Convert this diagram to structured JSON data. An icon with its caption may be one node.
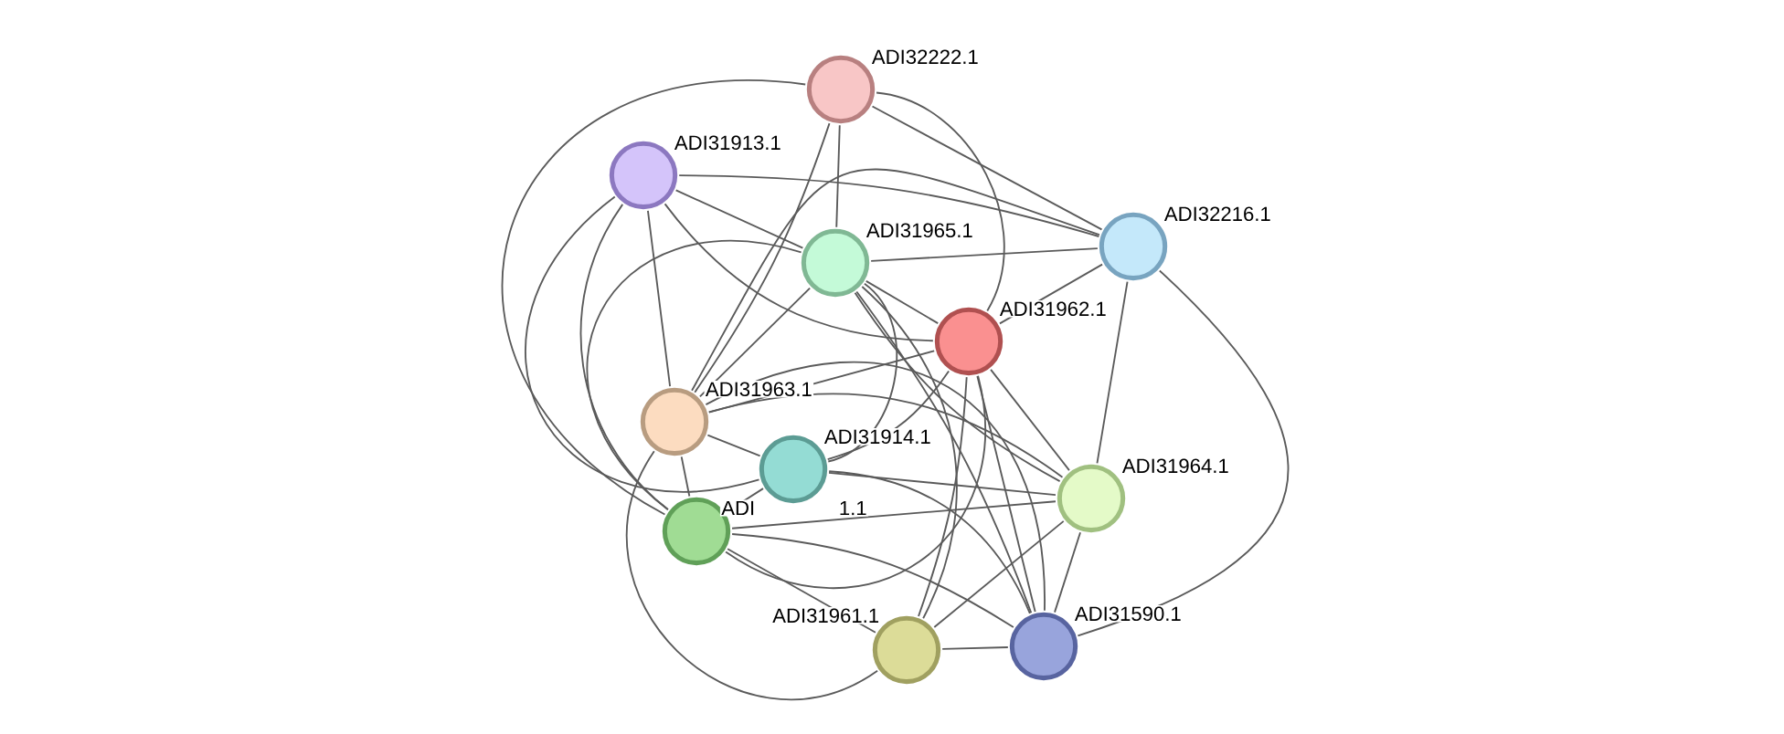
{
  "diagram": {
    "nodes": [
      {
        "text": [
          "ADI32222.1"
        ]
      },
      {
        "text": [
          "ADI31913.1"
        ]
      },
      {
        "text": [
          "ADI31965.1"
        ]
      },
      {
        "text": [
          "ADI32216.1"
        ]
      },
      {
        "text": [
          "ADI31962.1"
        ]
      },
      {
        "text": [
          "ADI31963.1"
        ]
      },
      {
        "text": [
          "ADI31914.1"
        ]
      },
      {
        "text": [
          "ADI31964.1"
        ]
      },
      {
        "text": [
          "ADI",
          "1.1"
        ]
      },
      {
        "text": [
          "ADI31961.1"
        ]
      },
      {
        "text": [
          "ADI31590.1"
        ]
      }
    ],
    "edges": [
      {
        "from": 0,
        "to": 2,
        "arrow": "none"
      },
      {
        "from": 0,
        "to": 3,
        "arrow": "none"
      },
      {
        "from": 0,
        "to": 4,
        "arrow": "none"
      },
      {
        "from": 0,
        "to": 5,
        "arrow": "none"
      },
      {
        "from": 0,
        "to": 8,
        "arrow": "none"
      },
      {
        "from": 1,
        "to": 2,
        "arrow": "none"
      },
      {
        "from": 1,
        "to": 3,
        "arrow": "none"
      },
      {
        "from": 1,
        "to": 4,
        "arrow": "none"
      },
      {
        "from": 1,
        "to": 5,
        "arrow": "none"
      },
      {
        "from": 1,
        "to": 6,
        "arrow": "none"
      },
      {
        "from": 1,
        "to": 8,
        "arrow": "none"
      },
      {
        "from": 2,
        "to": 3,
        "arrow": "none"
      },
      {
        "from": 2,
        "to": 4,
        "arrow": "none"
      },
      {
        "from": 2,
        "to": 5,
        "arrow": "none"
      },
      {
        "from": 2,
        "to": 6,
        "arrow": "none"
      },
      {
        "from": 2,
        "to": 7,
        "arrow": "none"
      },
      {
        "from": 2,
        "to": 8,
        "arrow": "none"
      },
      {
        "from": 2,
        "to": 9,
        "arrow": "none"
      },
      {
        "from": 2,
        "to": 10,
        "arrow": "none"
      },
      {
        "from": 3,
        "to": 4,
        "arrow": "none"
      },
      {
        "from": 3,
        "to": 5,
        "arrow": "none"
      },
      {
        "from": 3,
        "to": 7,
        "arrow": "none"
      },
      {
        "from": 3,
        "to": 10,
        "arrow": "none"
      },
      {
        "from": 4,
        "to": 5,
        "arrow": "none"
      },
      {
        "from": 4,
        "to": 6,
        "arrow": "none"
      },
      {
        "from": 4,
        "to": 7,
        "arrow": "none"
      },
      {
        "from": 4,
        "to": 8,
        "arrow": "none"
      },
      {
        "from": 4,
        "to": 9,
        "arrow": "none"
      },
      {
        "from": 4,
        "to": 10,
        "arrow": "none"
      },
      {
        "from": 5,
        "to": 6,
        "arrow": "none"
      },
      {
        "from": 5,
        "to": 7,
        "arrow": "none"
      },
      {
        "from": 5,
        "to": 8,
        "arrow": "none"
      },
      {
        "from": 5,
        "to": 9,
        "arrow": "none"
      },
      {
        "from": 5,
        "to": 10,
        "arrow": "none"
      },
      {
        "from": 6,
        "to": 7,
        "arrow": "none"
      },
      {
        "from": 6,
        "to": 8,
        "arrow": "none"
      },
      {
        "from": 6,
        "to": 10,
        "arrow": "none"
      },
      {
        "from": 7,
        "to": 8,
        "arrow": "none"
      },
      {
        "from": 7,
        "to": 9,
        "arrow": "none"
      },
      {
        "from": 7,
        "to": 10,
        "arrow": "none"
      },
      {
        "from": 8,
        "to": 9,
        "arrow": "none"
      },
      {
        "from": 8,
        "to": 10,
        "arrow": "none"
      },
      {
        "from": 9,
        "to": 10,
        "arrow": "none"
      }
    ]
  }
}
